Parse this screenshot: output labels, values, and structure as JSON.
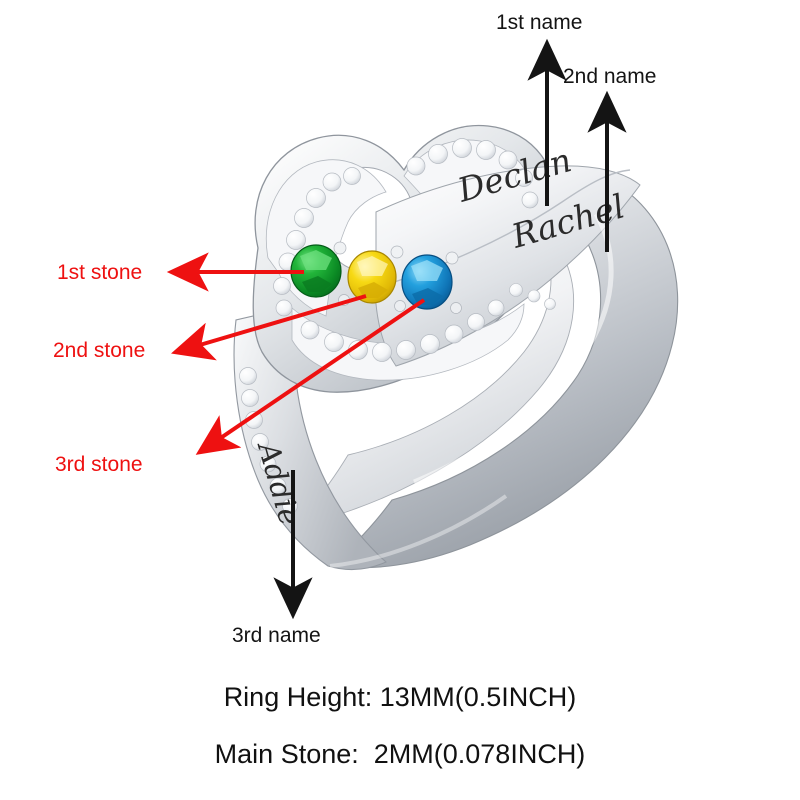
{
  "diagram": {
    "subject": "personalized heart birthstone ring",
    "background_color": "#ffffff"
  },
  "colors": {
    "callout_red": "#ee1111",
    "callout_black": "#141414",
    "metal_light": "#fdfdfd",
    "metal_mid": "#d8dade",
    "metal_shadow": "#a9adb3",
    "metal_dark": "#7e838a",
    "stone_1": "#109b29",
    "stone_2": "#f4cf14",
    "stone_3": "#1b8ed2",
    "pave_white": "#ffffff"
  },
  "callouts": {
    "names": [
      {
        "id": "first-name",
        "label": "1st name",
        "color": "#141414",
        "arrow": "up"
      },
      {
        "id": "second-name",
        "label": "2nd name",
        "color": "#141414",
        "arrow": "up"
      },
      {
        "id": "third-name",
        "label": "3rd name",
        "color": "#141414",
        "arrow": "down"
      }
    ],
    "stones": [
      {
        "id": "first-stone",
        "label": "1st stone",
        "color": "#ee1111",
        "arrow": "left"
      },
      {
        "id": "second-stone",
        "label": "2nd stone",
        "color": "#ee1111",
        "arrow": "left-down"
      },
      {
        "id": "third-stone",
        "label": "3rd stone",
        "color": "#ee1111",
        "arrow": "left-down"
      }
    ]
  },
  "engravings": [
    {
      "id": "engraving-1",
      "text": "Declan",
      "position": "upper band"
    },
    {
      "id": "engraving-2",
      "text": "Rachel",
      "position": "lower band"
    },
    {
      "id": "engraving-3",
      "text": "Addie",
      "position": "left shoulder"
    }
  ],
  "stones": [
    {
      "id": "stone-green",
      "name": "1st stone",
      "color": "#109b29"
    },
    {
      "id": "stone-yellow",
      "name": "2nd stone",
      "color": "#f4cf14"
    },
    {
      "id": "stone-blue",
      "name": "3rd stone",
      "color": "#1b8ed2"
    }
  ],
  "specs": {
    "ring_height": "Ring Height: 13MM(0.5INCH)",
    "main_stone": "Main Stone:  2MM(0.078INCH)"
  }
}
